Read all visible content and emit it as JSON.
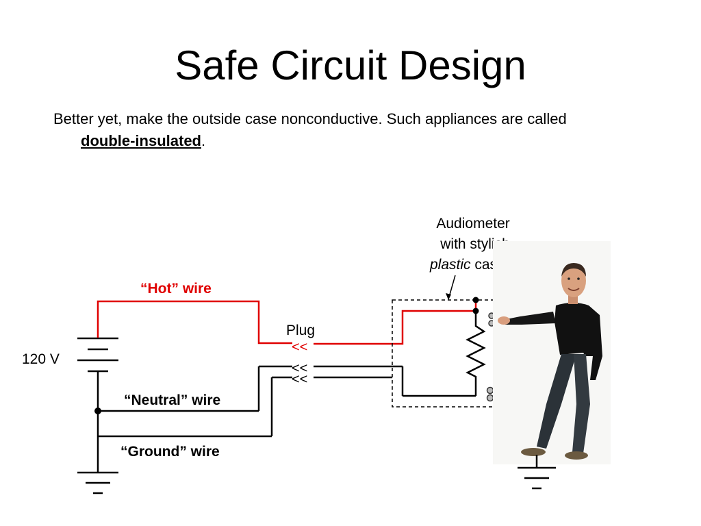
{
  "slide": {
    "title": "Safe Circuit Design",
    "text_line1": "Better yet, make the outside case nonconductive. Such appliances are called",
    "text_emphasis": "double-insulated",
    "text_end": "."
  },
  "diagram": {
    "voltage_label": "120 V",
    "hot_label": "“Hot” wire",
    "neutral_label": "“Neutral” wire",
    "ground_label": "“Ground” wire",
    "plug_label": "Plug",
    "plug_symbol": "<<",
    "device_label_line1": "Audiometer",
    "device_label_line2": "with stylish",
    "device_label_italic": "plastic",
    "device_label_end": " case",
    "colors": {
      "hot": "#e00000",
      "wire": "#000000"
    }
  }
}
